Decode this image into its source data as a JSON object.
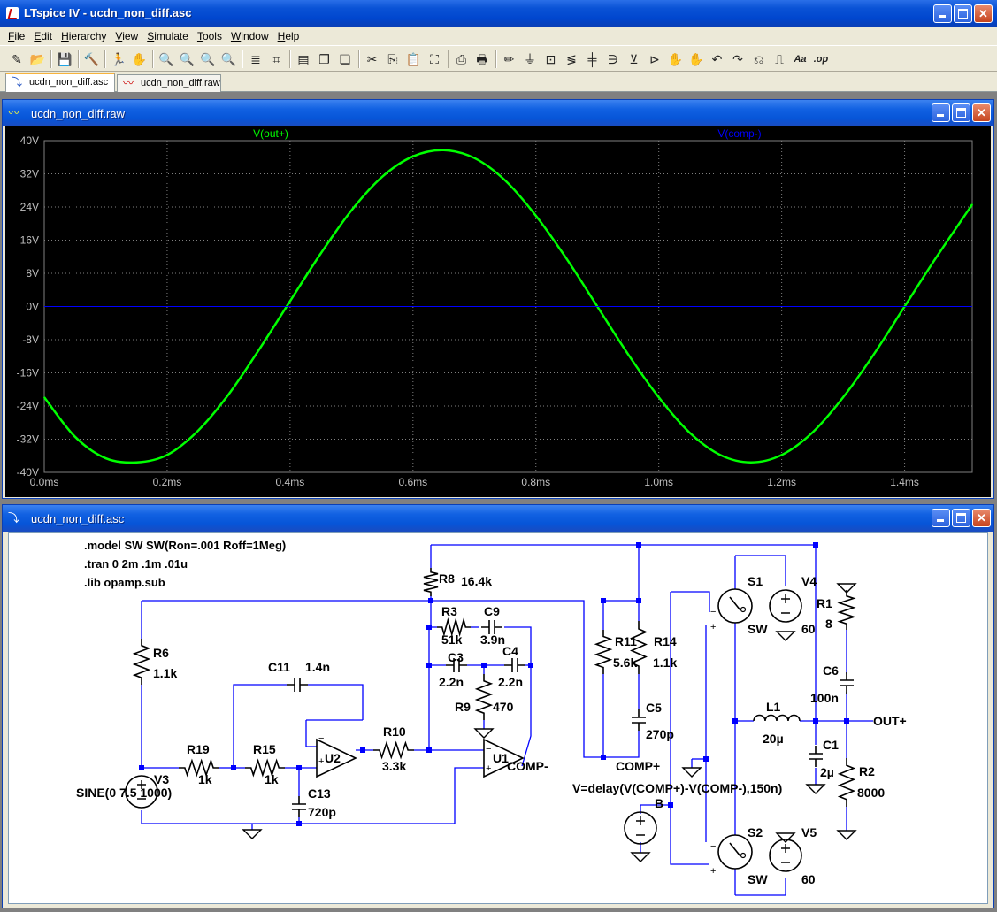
{
  "app": {
    "title": "LTspice IV - ucdn_non_diff.asc",
    "min_glyph": "_",
    "max_glyph": "□",
    "close_glyph": "✕"
  },
  "menu": [
    {
      "id": "file",
      "label": "File"
    },
    {
      "id": "edit",
      "label": "Edit"
    },
    {
      "id": "hierarchy",
      "label": "Hierarchy"
    },
    {
      "id": "view",
      "label": "View"
    },
    {
      "id": "simulate",
      "label": "Simulate"
    },
    {
      "id": "tools",
      "label": "Tools"
    },
    {
      "id": "window",
      "label": "Window"
    },
    {
      "id": "help",
      "label": "Help"
    }
  ],
  "toolbar": [
    {
      "name": "new-schematic-icon",
      "glyph": "✎"
    },
    {
      "name": "open-icon",
      "glyph": "📂"
    },
    {
      "sep": true
    },
    {
      "name": "save-icon",
      "glyph": "💾"
    },
    {
      "sep": true
    },
    {
      "name": "control-panel-icon",
      "glyph": "🔨"
    },
    {
      "sep": true
    },
    {
      "name": "run-icon",
      "glyph": "🏃"
    },
    {
      "name": "halt-icon",
      "glyph": "✋"
    },
    {
      "sep": true
    },
    {
      "name": "zoom-in-icon",
      "glyph": "🔍"
    },
    {
      "name": "pan-icon",
      "glyph": "🔍"
    },
    {
      "name": "zoom-out-icon",
      "glyph": "🔍"
    },
    {
      "name": "zoom-fit-icon",
      "glyph": "🔍"
    },
    {
      "sep": true
    },
    {
      "name": "autorange-icon",
      "glyph": "≣"
    },
    {
      "name": "delete-trace-icon",
      "glyph": "⌗"
    },
    {
      "sep": true
    },
    {
      "name": "tile-horizontal-icon",
      "glyph": "▤"
    },
    {
      "name": "cascade-icon",
      "glyph": "❐"
    },
    {
      "name": "tile-vertical-icon",
      "glyph": "❏"
    },
    {
      "sep": true
    },
    {
      "name": "cut-icon",
      "glyph": "✂"
    },
    {
      "name": "copy-icon",
      "glyph": "⎘"
    },
    {
      "name": "paste-icon",
      "glyph": "📋"
    },
    {
      "name": "find-icon",
      "glyph": "⛶"
    },
    {
      "sep": true
    },
    {
      "name": "print-setup-icon",
      "glyph": "⎙"
    },
    {
      "name": "print-icon",
      "glyph": "🖶"
    },
    {
      "sep": true
    },
    {
      "name": "draw-wire-icon",
      "glyph": "✏"
    },
    {
      "name": "ground-icon",
      "glyph": "⏚"
    },
    {
      "name": "label-net-icon",
      "glyph": "⊡"
    },
    {
      "name": "resistor-icon",
      "glyph": "≶"
    },
    {
      "name": "capacitor-icon",
      "glyph": "╪"
    },
    {
      "name": "inductor-icon",
      "glyph": "∋"
    },
    {
      "name": "diode-icon",
      "glyph": "⊻"
    },
    {
      "name": "component-icon",
      "glyph": "⊳"
    },
    {
      "name": "move-icon",
      "glyph": "✋"
    },
    {
      "name": "drag-icon",
      "glyph": "✋"
    },
    {
      "name": "undo-icon",
      "glyph": "↶"
    },
    {
      "name": "redo-icon",
      "glyph": "↷"
    },
    {
      "name": "rotate-icon",
      "glyph": "⎌"
    },
    {
      "name": "mirror-icon",
      "glyph": "⎍"
    },
    {
      "name": "text-icon",
      "glyph": "Aa"
    },
    {
      "name": "spice-directive-icon",
      "glyph": ".op"
    }
  ],
  "tabs": [
    {
      "label": "ucdn_non_diff.asc",
      "active": true
    },
    {
      "label": "ucdn_non_diff.raw",
      "active": false
    }
  ],
  "waveform_window": {
    "title": "ucdn_non_diff.raw",
    "traces": [
      {
        "label": "V(out+)",
        "color": "#00FF00"
      },
      {
        "label": "V(comp-)",
        "color": "#0000FF"
      }
    ]
  },
  "chart_data": {
    "type": "line",
    "xlim": [
      0,
      1.51
    ],
    "ylim": [
      -40,
      40
    ],
    "x_ticks": [
      "0.0ms",
      "0.2ms",
      "0.4ms",
      "0.6ms",
      "0.8ms",
      "1.0ms",
      "1.2ms",
      "1.4ms"
    ],
    "y_ticks": [
      "40V",
      "32V",
      "24V",
      "16V",
      "8V",
      "0V",
      "-8V",
      "-16V",
      "-24V",
      "-32V",
      "-40V"
    ],
    "grid": true,
    "series": [
      {
        "name": "V(out+)",
        "color": "#00FF00",
        "x": [
          0,
          0.05,
          0.1,
          0.15,
          0.2,
          0.25,
          0.3,
          0.35,
          0.4,
          0.45,
          0.5,
          0.55,
          0.6,
          0.65,
          0.7,
          0.75,
          0.8,
          0.85,
          0.9,
          0.95,
          1.0,
          1.05,
          1.1,
          1.15,
          1.2,
          1.25,
          1.3,
          1.35,
          1.4,
          1.45,
          1.51
        ],
        "values": [
          -21.9,
          -31.4,
          -36.6,
          -37.6,
          -35.8,
          -30.0,
          -21.2,
          -10.3,
          1.3,
          12.8,
          23.2,
          31.3,
          36.2,
          37.7,
          35.8,
          30.4,
          21.9,
          11.5,
          0.0,
          -11.5,
          -21.9,
          -30.4,
          -35.8,
          -37.6,
          -35.8,
          -30.4,
          -21.9,
          -11.5,
          0.0,
          11.5,
          24.6
        ]
      },
      {
        "name": "V(comp-)",
        "color": "#0000FF",
        "x": [
          0,
          1.51
        ],
        "values": [
          0,
          0
        ]
      }
    ]
  },
  "schematic_window": {
    "title": "ucdn_non_diff.asc",
    "directives": [
      ".model SW SW(Ron=.001 Roff=1Meg)",
      ".tran 0 2m .1m .01u",
      ".lib opamp.sub"
    ],
    "labels": [
      {
        "key": "r8",
        "text": "R8"
      },
      {
        "key": "r8v",
        "text": "16.4k"
      },
      {
        "key": "r6",
        "text": "R6"
      },
      {
        "key": "r6v",
        "text": "1.1k"
      },
      {
        "key": "r3",
        "text": "R3"
      },
      {
        "key": "r3v",
        "text": "51k"
      },
      {
        "key": "c9",
        "text": "C9"
      },
      {
        "key": "c9v",
        "text": "3.9n"
      },
      {
        "key": "c3",
        "text": "C3"
      },
      {
        "key": "c3v",
        "text": "2.2n"
      },
      {
        "key": "c4",
        "text": "C4"
      },
      {
        "key": "c4v",
        "text": "2.2n"
      },
      {
        "key": "r9",
        "text": "R9"
      },
      {
        "key": "r9v",
        "text": "470"
      },
      {
        "key": "c11",
        "text": "C11"
      },
      {
        "key": "c11v",
        "text": "1.4n"
      },
      {
        "key": "u2",
        "text": "U2"
      },
      {
        "key": "r10",
        "text": "R10"
      },
      {
        "key": "r10v",
        "text": "3.3k"
      },
      {
        "key": "u1",
        "text": "U1"
      },
      {
        "key": "compm",
        "text": "COMP-"
      },
      {
        "key": "r19",
        "text": "R19"
      },
      {
        "key": "r19v",
        "text": "1k"
      },
      {
        "key": "r15",
        "text": "R15"
      },
      {
        "key": "r15v",
        "text": "1k"
      },
      {
        "key": "c13",
        "text": "C13"
      },
      {
        "key": "c13v",
        "text": "720p"
      },
      {
        "key": "v3",
        "text": "V3"
      },
      {
        "key": "v3v",
        "text": "SINE(0 7.5 1000)"
      },
      {
        "key": "r11",
        "text": "R11"
      },
      {
        "key": "r11v",
        "text": "5.6k"
      },
      {
        "key": "r14",
        "text": "R14"
      },
      {
        "key": "r14v",
        "text": "1.1k"
      },
      {
        "key": "c5",
        "text": "C5"
      },
      {
        "key": "c5v",
        "text": "270p"
      },
      {
        "key": "compp",
        "text": "COMP+"
      },
      {
        "key": "bexpr",
        "text": "V=delay(V(COMP+)-V(COMP-),150n)"
      },
      {
        "key": "b",
        "text": "B"
      },
      {
        "key": "s1",
        "text": "S1"
      },
      {
        "key": "s1v",
        "text": "SW"
      },
      {
        "key": "s2",
        "text": "S2"
      },
      {
        "key": "s2v",
        "text": "SW"
      },
      {
        "key": "v4",
        "text": "V4"
      },
      {
        "key": "v4v",
        "text": "60"
      },
      {
        "key": "v5",
        "text": "V5"
      },
      {
        "key": "v5v",
        "text": "60"
      },
      {
        "key": "r1",
        "text": "R1"
      },
      {
        "key": "r1v",
        "text": "8"
      },
      {
        "key": "c6",
        "text": "C6"
      },
      {
        "key": "c6v",
        "text": "100n"
      },
      {
        "key": "l1",
        "text": "L1"
      },
      {
        "key": "l1v",
        "text": "20µ"
      },
      {
        "key": "c1",
        "text": "C1"
      },
      {
        "key": "c1v",
        "text": "2µ"
      },
      {
        "key": "outp",
        "text": "OUT+"
      },
      {
        "key": "r2",
        "text": "R2"
      },
      {
        "key": "r2v",
        "text": "8000"
      }
    ]
  }
}
